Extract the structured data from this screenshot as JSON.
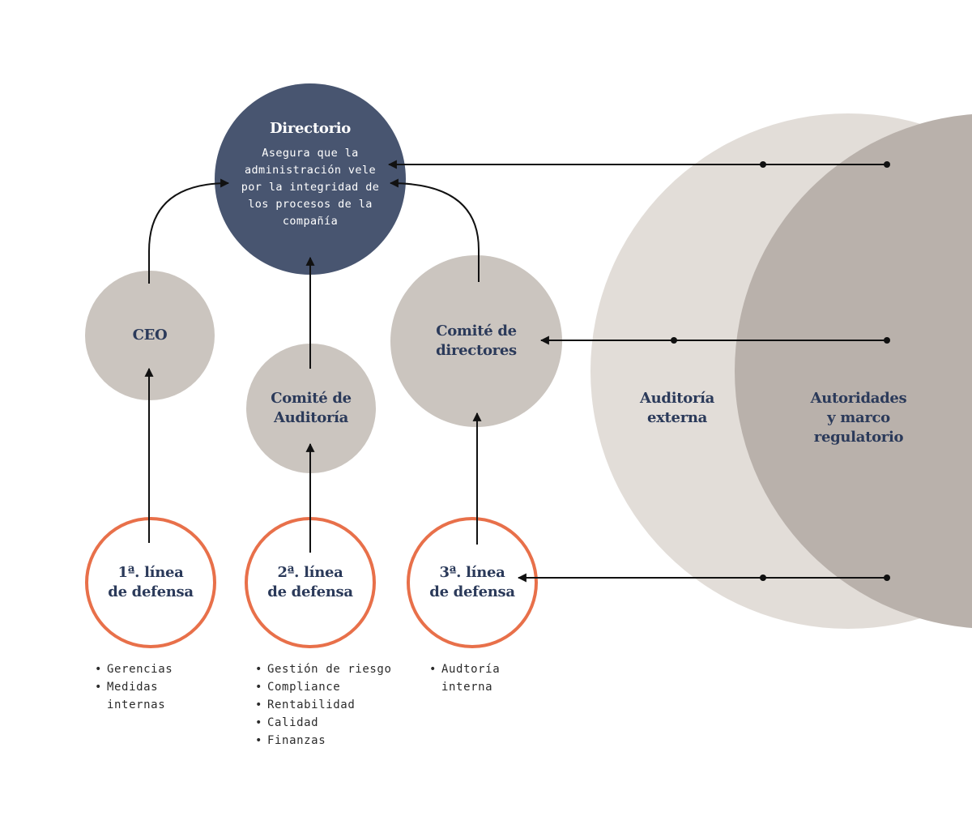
{
  "nodes": {
    "directorio": {
      "title": "Directorio",
      "description": "Asegura que la\nadministración vele\npor la integridad de\nlos procesos de la\ncompañía"
    },
    "ceo": {
      "title": "CEO"
    },
    "comite_auditoria": {
      "title": "Comité de\nAuditoría"
    },
    "comite_directores": {
      "title": "Comité de\ndirectores"
    },
    "linea_1": {
      "title": "1ª. línea\nde defensa"
    },
    "linea_2": {
      "title": "2ª. línea\nde defensa"
    },
    "linea_3": {
      "title": "3ª. línea\nde defensa"
    },
    "auditoria_externa": {
      "title": "Auditoría\nexterna"
    },
    "autoridades": {
      "title": "Autoridades\ny marco\nregulatorio"
    }
  },
  "lists": {
    "linea_1": [
      "Gerencias",
      "Medidas\ninternas"
    ],
    "linea_2": [
      "Gestión de riesgo",
      "Compliance",
      "Rentabilidad",
      "Calidad",
      "Finanzas"
    ],
    "linea_3": [
      "Audtoría\ninterna"
    ]
  },
  "colors": {
    "navy": "#485570",
    "gray_circle": "#cbc5bf",
    "orange_ring": "#e8704a",
    "light_bg_circle": "#e2ddd8",
    "dark_bg_circle": "#b9b1ab",
    "text_navy": "#2b3a5a",
    "arrow": "#111111"
  }
}
